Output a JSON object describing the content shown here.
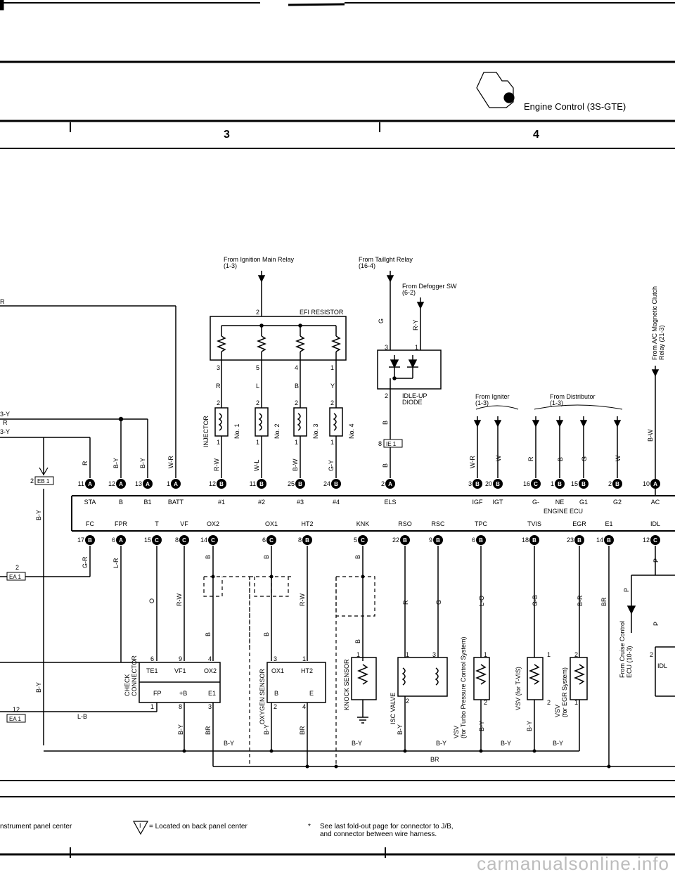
{
  "header": {
    "title": "Engine Control (3S-GTE)",
    "column_left": "3",
    "column_right": "4"
  },
  "sources": {
    "ignition_relay": "From Ignition Main Relay",
    "ignition_relay_ref": "(1-3)",
    "taillight_relay": "From Taillght Relay",
    "taillight_relay_ref": "(16-4)",
    "defogger": "From Defogger SW",
    "defogger_ref": "(6-2)",
    "igniter": "From Igniter",
    "igniter_ref": "(1-3)",
    "distributor": "From Distributor",
    "distributor_ref": "(1-3)",
    "ac_clutch": "From A/C Magnetic Clutch",
    "ac_clutch_ref": "Relay (21-3)",
    "cruise": "From Cruise Control",
    "cruise_ref": "ECU (10-3)"
  },
  "components": {
    "efi_resistor": "EFI RESISTOR",
    "idle_up_diode_1": "IDLE-UP",
    "idle_up_diode_2": "DIODE",
    "injector": "INJECTOR",
    "inj1": "No. 1",
    "inj2": "No. 2",
    "inj3": "No. 3",
    "inj4": "No. 4",
    "engine_ecu": "ENGINE ECU",
    "check_connector_1": "CHECK",
    "check_connector_2": "CONNECTOR",
    "oxygen_sensor": "OXYGEN SENSOR",
    "knock_sensor": "KNOCK SENSOR",
    "isc_valve": "ISC VALVE",
    "vsv_turbo_1": "VSV",
    "vsv_turbo_2": "(for Turbo Pressure Control System)",
    "vsv_tvis": "VSV (for T-VIS)",
    "vsv_egr_1": "VSV",
    "vsv_egr_2": "(for EGR System)"
  },
  "ecu_top_terminals": [
    {
      "pin": "STA",
      "num": "11",
      "conn": "A"
    },
    {
      "pin": "B",
      "num": "12",
      "conn": "A"
    },
    {
      "pin": "B1",
      "num": "13",
      "conn": "A"
    },
    {
      "pin": "BATT",
      "num": "1",
      "conn": "A"
    },
    {
      "pin": "#1",
      "num": "12",
      "conn": "B"
    },
    {
      "pin": "#2",
      "num": "11",
      "conn": "B"
    },
    {
      "pin": "#3",
      "num": "25",
      "conn": "B"
    },
    {
      "pin": "#4",
      "num": "24",
      "conn": "B"
    },
    {
      "pin": "ELS",
      "num": "2",
      "conn": "A"
    },
    {
      "pin": "IGF",
      "num": "3",
      "conn": "B"
    },
    {
      "pin": "IGT",
      "num": "20",
      "conn": "B"
    },
    {
      "pin": "G-",
      "num": "16",
      "conn": "C"
    },
    {
      "pin": "NE",
      "num": "1",
      "conn": "B"
    },
    {
      "pin": "G1",
      "num": "15",
      "conn": "B"
    },
    {
      "pin": "G2",
      "num": "2",
      "conn": "B"
    },
    {
      "pin": "AC",
      "num": "10",
      "conn": "A"
    }
  ],
  "ecu_bottom_terminals": [
    {
      "pin": "FC",
      "num": "17",
      "conn": "B"
    },
    {
      "pin": "FPR",
      "num": "6",
      "conn": "A"
    },
    {
      "pin": "T",
      "num": "15",
      "conn": "C"
    },
    {
      "pin": "VF",
      "num": "8",
      "conn": "C"
    },
    {
      "pin": "OX2",
      "num": "14",
      "conn": "C"
    },
    {
      "pin": "OX1",
      "num": "6",
      "conn": "C"
    },
    {
      "pin": "HT2",
      "num": "8",
      "conn": "B"
    },
    {
      "pin": "KNK",
      "num": "5",
      "conn": "C"
    },
    {
      "pin": "RSO",
      "num": "22",
      "conn": "B"
    },
    {
      "pin": "RSC",
      "num": "9",
      "conn": "B"
    },
    {
      "pin": "TPC",
      "num": "6",
      "conn": "B"
    },
    {
      "pin": "TVIS",
      "num": "18",
      "conn": "B"
    },
    {
      "pin": "EGR",
      "num": "23",
      "conn": "B"
    },
    {
      "pin": "E1",
      "num": "14",
      "conn": "B"
    },
    {
      "pin": "IDL",
      "num": "12",
      "conn": "C"
    }
  ],
  "check_connector_pins": {
    "te1": "TE1",
    "vf1": "VF1",
    "ox2": "OX2",
    "fp": "FP",
    "pb": "+B",
    "e1": "E1",
    "n6": "6",
    "n9": "9",
    "n4": "4",
    "n1": "1",
    "n8": "8",
    "n3": "3"
  },
  "oxygen_pins": {
    "ox1": "OX1",
    "ht2": "HT2",
    "b": "B",
    "e": "E",
    "n3": "3",
    "n1": "1",
    "n2": "2",
    "n4": "4"
  },
  "wire_colors": {
    "r": "R",
    "b": "B",
    "l": "L",
    "y": "Y",
    "g": "G",
    "w": "W",
    "by": "B-Y",
    "wr": "W-R",
    "rw": "R-W",
    "wl": "W-L",
    "bw": "B-W",
    "gy": "G-Y",
    "ry": "R-Y",
    "gr": "G-R",
    "lr": "L-R",
    "o": "O",
    "lo": "L-O",
    "gb": "G-B",
    "br_wire": "B-R",
    "br": "BR",
    "lb": "L-B",
    "p": "P",
    "y_left": "3-Y",
    "r_left": "R",
    "y_left2": "3-Y"
  },
  "connectors": {
    "eb1": "EB 1",
    "ea1_a": "EA 1",
    "ea1_b": "EA 1",
    "ie1": "IE 1",
    "eb1_num": "2",
    "ea1_a_num": "2",
    "ea1_b_num": "12",
    "ie1_num": "8"
  },
  "idl_box": "IDL",
  "footer": {
    "left": "nstrument panel center",
    "marker": "I",
    "back_panel": "= Located on back panel center",
    "asterisk": "*",
    "note_1": "See last fold-out page for connector to J/B,",
    "note_2": "and connector between wire harness."
  },
  "watermark": "carmanualsonline.info"
}
